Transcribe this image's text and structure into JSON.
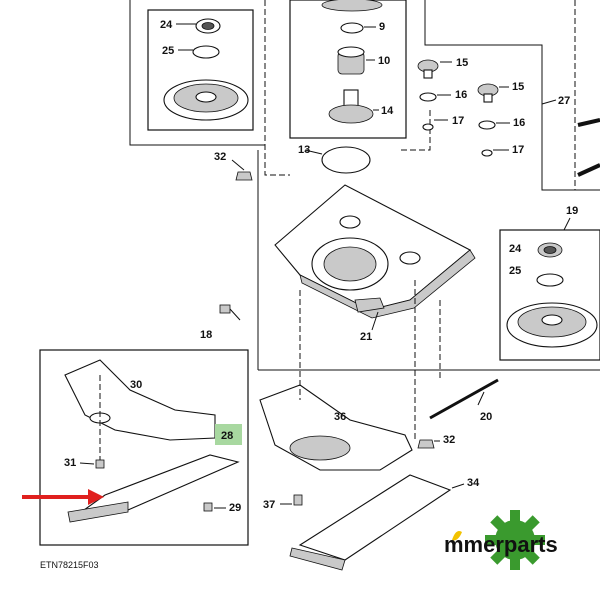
{
  "diagram_code": "ETN78215F03",
  "brand": {
    "text": "mmerparts",
    "gear_color": "#3a9a2e",
    "leaf_color": "#f2c200"
  },
  "highlight": {
    "label": "28",
    "color": "#a8d8a0"
  },
  "arrow_color": "#e0201e",
  "callouts": {
    "c9": "9",
    "c10": "10",
    "c13": "13",
    "c14": "14",
    "c15a": "15",
    "c15b": "15",
    "c16a": "16",
    "c16b": "16",
    "c17a": "17",
    "c17b": "17",
    "c18": "18",
    "c19": "19",
    "c20": "20",
    "c21": "21",
    "c24a": "24",
    "c24b": "24",
    "c25a": "25",
    "c25b": "25",
    "c27": "27",
    "c29": "29",
    "c30": "30",
    "c31": "31",
    "c32a": "32",
    "c32b": "32",
    "c34": "34",
    "c36": "36",
    "c37": "37"
  }
}
